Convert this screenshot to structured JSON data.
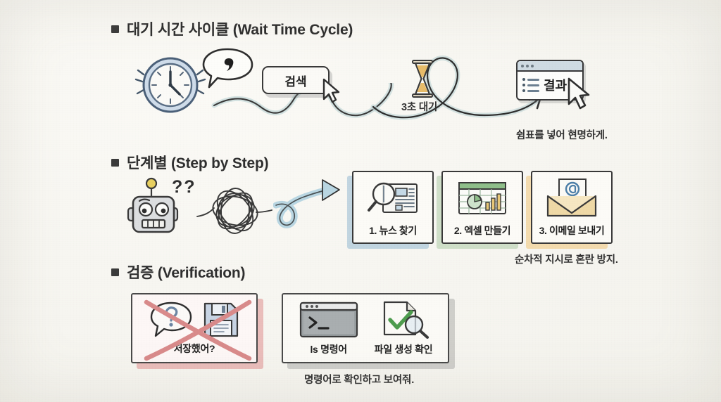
{
  "page": {
    "background_color": "#f7f6f1",
    "ink_color": "#2f2f2f"
  },
  "sections": [
    {
      "id": "wait-time-cycle",
      "bullet": "square-bullet",
      "heading": "대기 시간 사이클 (Wait Time Cycle)",
      "items": {
        "clock_icon": "clock-icon",
        "speech_bubble_text": ",",
        "search_button_label": "검색",
        "cursor_icon": "cursor-arrow-icon",
        "hourglass_icon": "hourglass-icon",
        "wait_label": "3초 대기",
        "result_window_label": "결과",
        "result_window_icon": "browser-window-icon"
      },
      "caption": "쉼표를 넣어 현명하게."
    },
    {
      "id": "step-by-step",
      "bullet": "square-bullet",
      "heading": "단계별 (Step by Step)",
      "items": {
        "robot_icon": "confused-robot-icon",
        "question_marks": "??",
        "scribble_icon": "tangled-scribble-icon",
        "arrow_icon": "looping-arrow-icon"
      },
      "cards": [
        {
          "label": "1. 뉴스 찾기",
          "icon": "magnifier-newspaper-icon",
          "shadow_color": "#96b9d2"
        },
        {
          "label": "2. 엑셀 만들기",
          "icon": "spreadsheet-chart-icon",
          "shadow_color": "#a8c8a0"
        },
        {
          "label": "3. 이메일 보내기",
          "icon": "email-envelope-icon",
          "shadow_color": "#f0c478"
        }
      ],
      "caption": "순차적 지시로 혼란 방지."
    },
    {
      "id": "verification",
      "bullet": "square-bullet",
      "heading": "검증 (Verification)",
      "bad_panel": {
        "label": "저장했어?",
        "icons": [
          "question-speech-bubble-icon",
          "floppy-disk-icon"
        ],
        "overlay": "red-cross-out",
        "shadow_color": "#de8a8a"
      },
      "good_panel": {
        "items": [
          {
            "label": "ls 명령어",
            "icon": "terminal-window-icon",
            "terminal_prompt": ">_"
          },
          {
            "label": "파일 생성 확인",
            "icon": "document-check-magnifier-icon"
          }
        ],
        "shadow_color": "#969694"
      },
      "caption": "명령어로 확인하고 보여줘."
    }
  ]
}
